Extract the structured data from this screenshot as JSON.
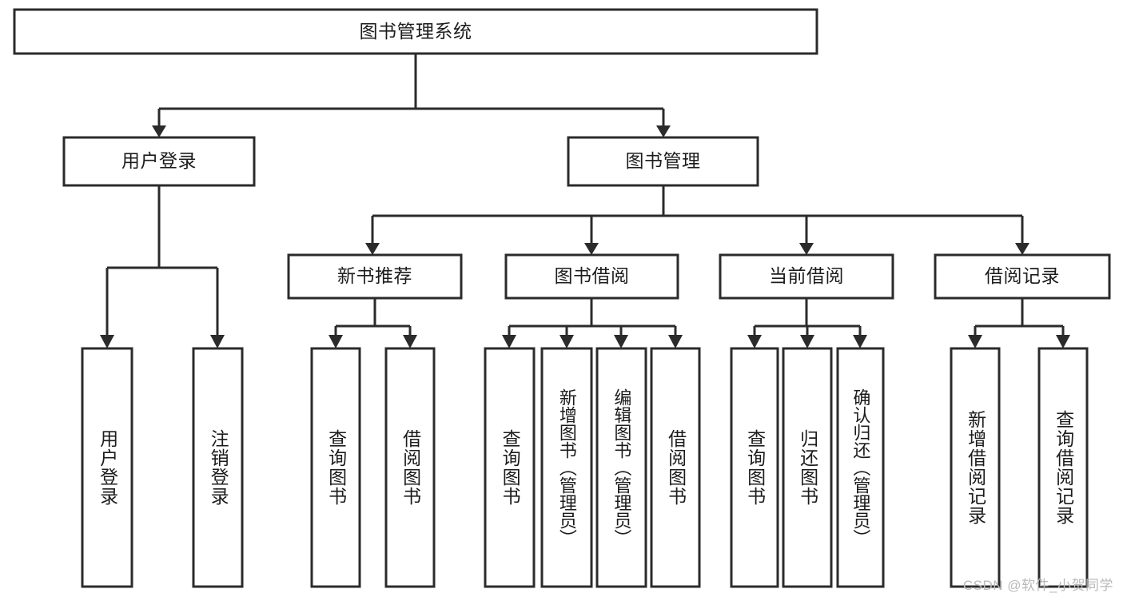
{
  "diagram": {
    "type": "tree-hierarchy",
    "title": "图书管理系统",
    "watermark": "CSDN @软件_小贺同学",
    "colors": {
      "background": "#ffffff",
      "stroke": "#2b2b2b",
      "text": "#1c1c1c",
      "watermark": "#b9b9b9"
    },
    "levels": {
      "root": {
        "label": "图书管理系统"
      },
      "level2": [
        {
          "id": "user-login",
          "label": "用户登录"
        },
        {
          "id": "book-management",
          "label": "图书管理"
        }
      ],
      "level3": [
        {
          "id": "new-book-recommend",
          "label": "新书推荐",
          "parent": "book-management"
        },
        {
          "id": "book-borrow",
          "label": "图书借阅",
          "parent": "book-management"
        },
        {
          "id": "current-borrow",
          "label": "当前借阅",
          "parent": "book-management"
        },
        {
          "id": "borrow-record",
          "label": "借阅记录",
          "parent": "book-management"
        }
      ],
      "leaves": [
        {
          "id": "leaf-user-login",
          "label": "用户登录",
          "parent": "user-login"
        },
        {
          "id": "leaf-logout-login",
          "label": "注销登录",
          "parent": "user-login"
        },
        {
          "id": "leaf-query-book-1",
          "label": "查询图书",
          "parent": "new-book-recommend"
        },
        {
          "id": "leaf-borrow-book-1",
          "label": "借阅图书",
          "parent": "new-book-recommend"
        },
        {
          "id": "leaf-query-book-2",
          "label": "查询图书",
          "parent": "book-borrow"
        },
        {
          "id": "leaf-add-book",
          "label": "新增图书（管理员）",
          "parent": "book-borrow"
        },
        {
          "id": "leaf-edit-book",
          "label": "编辑图书（管理员）",
          "parent": "book-borrow"
        },
        {
          "id": "leaf-borrow-book-2",
          "label": "借阅图书",
          "parent": "book-borrow"
        },
        {
          "id": "leaf-query-book-3",
          "label": "查询图书",
          "parent": "current-borrow"
        },
        {
          "id": "leaf-return-book",
          "label": "归还图书",
          "parent": "current-borrow"
        },
        {
          "id": "leaf-confirm-return",
          "label": "确认归还（管理员）",
          "parent": "current-borrow"
        },
        {
          "id": "leaf-add-record",
          "label": "新增借阅记录",
          "parent": "borrow-record"
        },
        {
          "id": "leaf-query-record",
          "label": "查询借阅记录",
          "parent": "borrow-record"
        }
      ]
    }
  }
}
